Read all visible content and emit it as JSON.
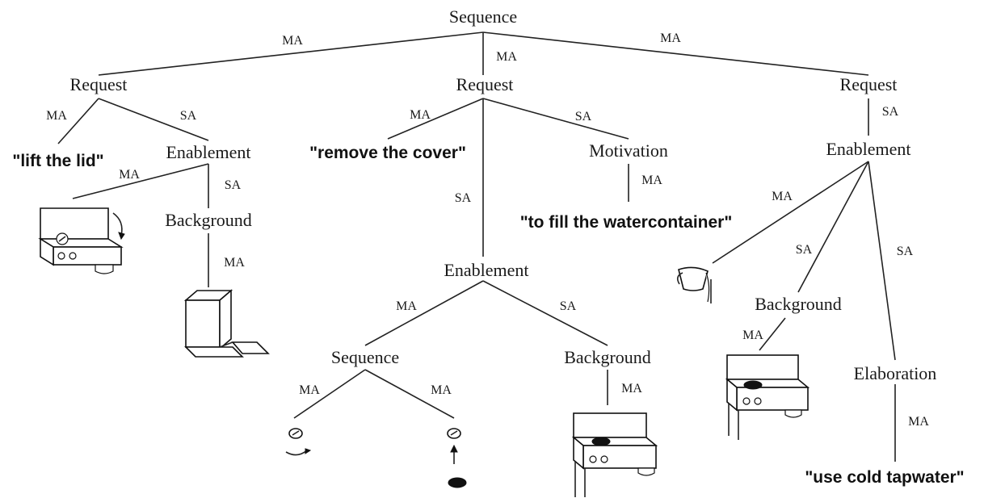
{
  "nodes": {
    "root_sequence": "Sequence",
    "request_left": "Request",
    "request_mid": "Request",
    "request_right": "Request",
    "enablement_left": "Enablement",
    "background_left": "Background",
    "motivation": "Motivation",
    "enablement_mid": "Enablement",
    "sequence_mid": "Sequence",
    "background_mid": "Background",
    "enablement_right": "Enablement",
    "background_right": "Background",
    "elaboration": "Elaboration"
  },
  "quotes": {
    "lift_lid": "\"lift the lid\"",
    "remove_cover": "\"remove the cover\"",
    "fill_water": "\"to fill the watercontainer\"",
    "cold_tapwater": "\"use cold tapwater\""
  },
  "edge_labels": {
    "root_left": "MA",
    "root_mid": "MA",
    "root_right": "MA",
    "reqL_lift": "MA",
    "reqL_enab": "SA",
    "enabL_pic": "MA",
    "enabL_bg": "SA",
    "bgL_pic": "MA",
    "reqM_cover": "MA",
    "reqM_motiv": "SA",
    "motiv_fill": "MA",
    "reqM_enab": "SA",
    "enabM_seq": "MA",
    "enabM_bg": "SA",
    "seq_a": "MA",
    "seq_b": "MA",
    "bgM_pic": "MA",
    "reqR_enab": "SA",
    "enabR_pour": "MA",
    "enabR_bg": "SA",
    "enabR_elab": "SA",
    "bgR_pic": "MA",
    "elab_use": "MA"
  }
}
